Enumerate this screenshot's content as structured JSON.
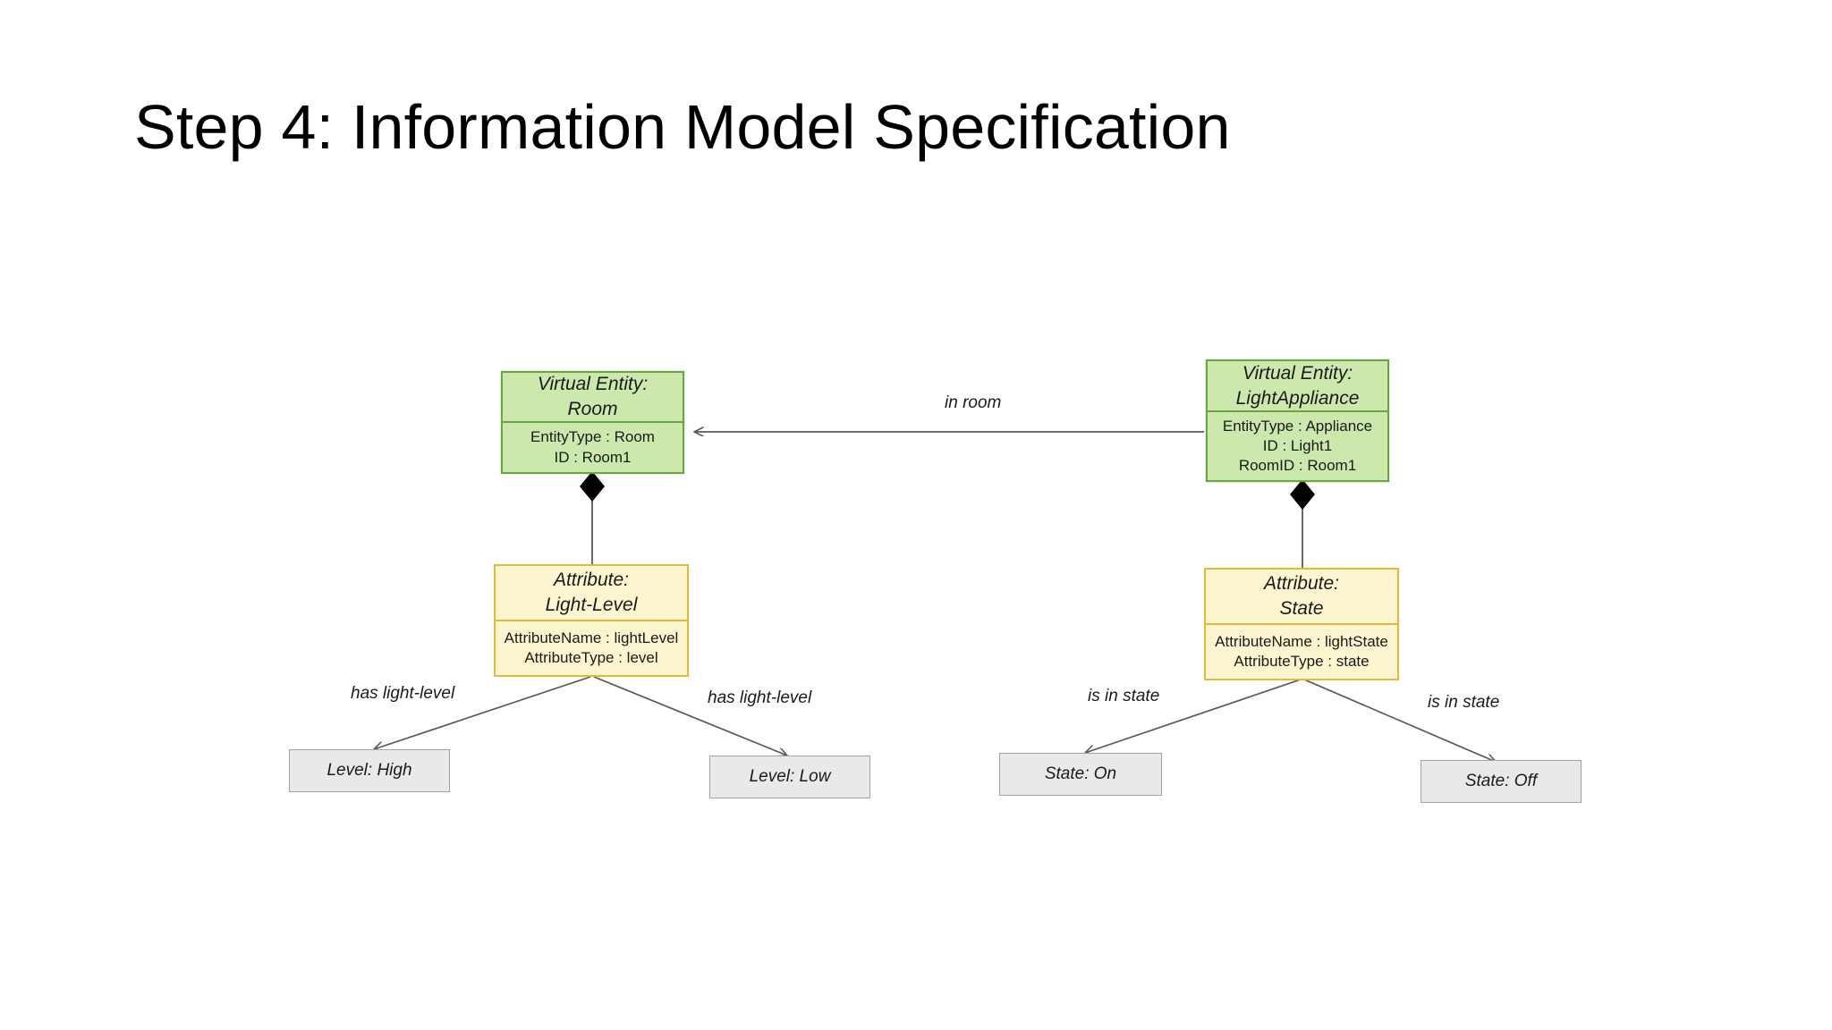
{
  "slide": {
    "title": "Step 4: Information Model Specification",
    "background": "#ffffff"
  },
  "theme": {
    "entity_fill": "#cde8ac",
    "entity_stroke": "#6aa544",
    "attribute_fill": "#fdf5cf",
    "attribute_stroke": "#e2b93d",
    "value_fill": "#e9e9e9",
    "value_stroke": "#a3a3a3",
    "edge_stroke": "#595959",
    "diamond_fill": "#000000"
  },
  "diagram": {
    "type": "uml-information-model",
    "nodes": {
      "entity_room": {
        "kind": "virtual-entity",
        "title_line1": "Virtual Entity:",
        "title_line2": "Room",
        "attributes": [
          "EntityType  : Room",
          "ID : Room1"
        ]
      },
      "entity_light_appliance": {
        "kind": "virtual-entity",
        "title_line1": "Virtual Entity:",
        "title_line2": "LightAppliance",
        "attributes": [
          "EntityType : Appliance",
          "ID : Light1",
          "RoomID : Room1"
        ]
      },
      "attribute_light_level": {
        "kind": "attribute",
        "title_line1": "Attribute:",
        "title_line2": "Light-Level",
        "attributes": [
          "AttributeName  : lightLevel",
          "AttributeType : level"
        ]
      },
      "attribute_state": {
        "kind": "attribute",
        "title_line1": "Attribute:",
        "title_line2": "State",
        "attributes": [
          "AttributeName  : lightState",
          "AttributeType : state"
        ]
      },
      "value_level_high": {
        "kind": "value",
        "label": "Level: High"
      },
      "value_level_low": {
        "kind": "value",
        "label": "Level: Low"
      },
      "value_state_on": {
        "kind": "value",
        "label": "State: On"
      },
      "value_state_off": {
        "kind": "value",
        "label": "State: Off"
      }
    },
    "edges": [
      {
        "id": "edge-in-room",
        "from": "entity_light_appliance",
        "to": "entity_room",
        "label": "in room",
        "arrow": "open-arrow"
      },
      {
        "id": "edge-room-has-light-level",
        "from": "entity_room",
        "to": "attribute_light_level",
        "label": "",
        "arrow": "filled-diamond"
      },
      {
        "id": "edge-appliance-has-state",
        "from": "entity_light_appliance",
        "to": "attribute_state",
        "label": "",
        "arrow": "filled-diamond"
      },
      {
        "id": "edge-light-level-high",
        "from": "attribute_light_level",
        "to": "value_level_high",
        "label": "has light-level",
        "arrow": "open-arrow"
      },
      {
        "id": "edge-light-level-low",
        "from": "attribute_light_level",
        "to": "value_level_low",
        "label": "has light-level",
        "arrow": "open-arrow"
      },
      {
        "id": "edge-state-on",
        "from": "attribute_state",
        "to": "value_state_on",
        "label": "is in state",
        "arrow": "open-arrow"
      },
      {
        "id": "edge-state-off",
        "from": "attribute_state",
        "to": "value_state_off",
        "label": "is in state",
        "arrow": "open-arrow"
      }
    ]
  }
}
